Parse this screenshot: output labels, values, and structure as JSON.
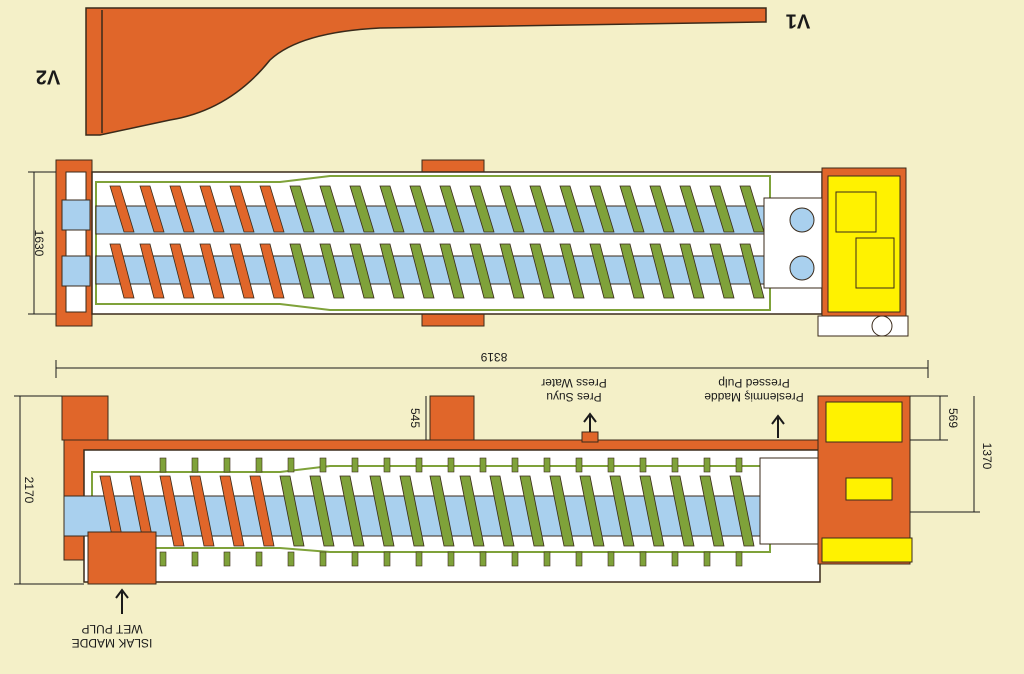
{
  "diagram": {
    "labels": {
      "v1": "V1",
      "v2": "V2",
      "dim_width_top": "1630",
      "dim_length": "8319",
      "dim_height_side": "2170",
      "dim_545": "545",
      "dim_569": "569",
      "dim_1370": "1370",
      "press_water_line1": "Pres Suyu",
      "press_water_line2": "Press Water",
      "pressed_pulp_line1": "Preslenmiş Madde",
      "pressed_pulp_line2": "Pressed Pulp",
      "wet_pulp_line1": "ISLAK MADDE",
      "wet_pulp_line2": "WET PULP"
    },
    "colors": {
      "background": "#f4f0c8",
      "orange": "#e0662a",
      "blue": "#a9d0ee",
      "yellow": "#fff200",
      "green": "#7fa23a",
      "outline": "#3a2a1a"
    }
  }
}
